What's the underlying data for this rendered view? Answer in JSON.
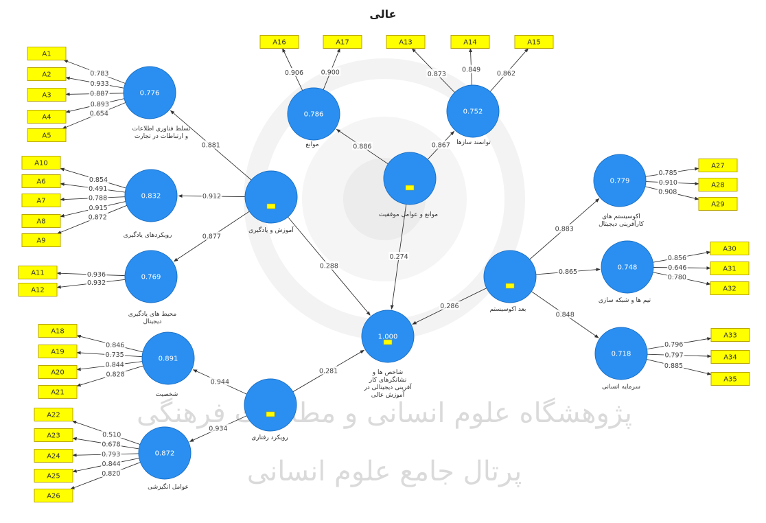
{
  "title": "عالی",
  "watermark_text": [
    "پژوهشگاه علوم انسانی و مطالعات فرهنگی",
    "پرتال جامع علوم انسانی"
  ],
  "colors": {
    "construct": "#2a8ff0",
    "indicator": "#ffff00",
    "edge": "#333333"
  },
  "indicators": [
    {
      "id": "A1",
      "label": "A1"
    },
    {
      "id": "A2",
      "label": "A2"
    },
    {
      "id": "A3",
      "label": "A3"
    },
    {
      "id": "A4",
      "label": "A4"
    },
    {
      "id": "A5",
      "label": "A5"
    },
    {
      "id": "A10",
      "label": "A10"
    },
    {
      "id": "A6",
      "label": "A6"
    },
    {
      "id": "A7",
      "label": "A7"
    },
    {
      "id": "A8",
      "label": "A8"
    },
    {
      "id": "A9",
      "label": "A9"
    },
    {
      "id": "A11",
      "label": "A11"
    },
    {
      "id": "A12",
      "label": "A12"
    },
    {
      "id": "A18",
      "label": "A18"
    },
    {
      "id": "A19",
      "label": "A19"
    },
    {
      "id": "A20",
      "label": "A20"
    },
    {
      "id": "A21",
      "label": "A21"
    },
    {
      "id": "A22",
      "label": "A22"
    },
    {
      "id": "A23",
      "label": "A23"
    },
    {
      "id": "A24",
      "label": "A24"
    },
    {
      "id": "A25",
      "label": "A25"
    },
    {
      "id": "A26",
      "label": "A26"
    },
    {
      "id": "A16",
      "label": "A16"
    },
    {
      "id": "A17",
      "label": "A17"
    },
    {
      "id": "A13",
      "label": "A13"
    },
    {
      "id": "A14",
      "label": "A14"
    },
    {
      "id": "A15",
      "label": "A15"
    },
    {
      "id": "A27",
      "label": "A27"
    },
    {
      "id": "A28",
      "label": "A28"
    },
    {
      "id": "A29",
      "label": "A29"
    },
    {
      "id": "A30",
      "label": "A30"
    },
    {
      "id": "A31",
      "label": "A31"
    },
    {
      "id": "A32",
      "label": "A32"
    },
    {
      "id": "A33",
      "label": "A33"
    },
    {
      "id": "A34",
      "label": "A34"
    },
    {
      "id": "A35",
      "label": "A35"
    }
  ],
  "constructs": [
    {
      "id": "it",
      "value": "0.776",
      "label": [
        "تسلط فناوری اطلاعات",
        "و ارتباطات در تجارت"
      ]
    },
    {
      "id": "learn_app",
      "value": "0.832",
      "label": [
        "رویکردهای یادگیری"
      ]
    },
    {
      "id": "env",
      "value": "0.769",
      "label": [
        "محیط های یادگیری",
        "دیجیتال"
      ]
    },
    {
      "id": "edu",
      "value": "",
      "label": [
        "آموزش و یادگیری"
      ]
    },
    {
      "id": "barriers",
      "value": "0.786",
      "label": [
        "موانع"
      ]
    },
    {
      "id": "enablers",
      "value": "0.752",
      "label": [
        "توانمند سازها"
      ]
    },
    {
      "id": "barr_en",
      "value": "",
      "label": [
        "موانع و عوامل موفقیت"
      ]
    },
    {
      "id": "eco",
      "value": "",
      "label": [
        "بعد اکوسیستم"
      ]
    },
    {
      "id": "digi_eco",
      "value": "0.779",
      "label": [
        "اکوسیستم های",
        "کارآفرینی دیجیتال"
      ]
    },
    {
      "id": "team",
      "value": "0.748",
      "label": [
        "تیم ها و شبکه سازی"
      ]
    },
    {
      "id": "human",
      "value": "0.718",
      "label": [
        "سرمایه انسانی"
      ]
    },
    {
      "id": "target",
      "value": "1.000",
      "label": [
        "شاخص ها و",
        "نشانگرهای کار",
        "آفرینی دیجیتالی در",
        "آموزش عالی"
      ]
    },
    {
      "id": "person",
      "value": "0.891",
      "label": [
        "شخصیت"
      ]
    },
    {
      "id": "behav",
      "value": "",
      "label": [
        "رویکرد رفتاری"
      ]
    },
    {
      "id": "motiv",
      "value": "0.872",
      "label": [
        "عوامل انگیزشی"
      ]
    }
  ],
  "edges": [
    {
      "from": "it",
      "to": "A1",
      "label": "0.783"
    },
    {
      "from": "it",
      "to": "A2",
      "label": "0.933"
    },
    {
      "from": "it",
      "to": "A3",
      "label": "0.887"
    },
    {
      "from": "it",
      "to": "A4",
      "label": "0.893"
    },
    {
      "from": "it",
      "to": "A5",
      "label": "0.654"
    },
    {
      "from": "learn_app",
      "to": "A10",
      "label": "0.854"
    },
    {
      "from": "learn_app",
      "to": "A6",
      "label": "0.491"
    },
    {
      "from": "learn_app",
      "to": "A7",
      "label": "0.788"
    },
    {
      "from": "learn_app",
      "to": "A8",
      "label": "0.915"
    },
    {
      "from": "learn_app",
      "to": "A9",
      "label": "0.872"
    },
    {
      "from": "env",
      "to": "A11",
      "label": "0.936"
    },
    {
      "from": "env",
      "to": "A12",
      "label": "0.932"
    },
    {
      "from": "person",
      "to": "A18",
      "label": "0.846"
    },
    {
      "from": "person",
      "to": "A19",
      "label": "0.735"
    },
    {
      "from": "person",
      "to": "A20",
      "label": "0.844"
    },
    {
      "from": "person",
      "to": "A21",
      "label": "0.828"
    },
    {
      "from": "motiv",
      "to": "A22",
      "label": "0.510"
    },
    {
      "from": "motiv",
      "to": "A23",
      "label": "0.678"
    },
    {
      "from": "motiv",
      "to": "A24",
      "label": "0.793"
    },
    {
      "from": "motiv",
      "to": "A25",
      "label": "0.844"
    },
    {
      "from": "motiv",
      "to": "A26",
      "label": "0.820"
    },
    {
      "from": "barriers",
      "to": "A16",
      "label": "0.906"
    },
    {
      "from": "barriers",
      "to": "A17",
      "label": "0.900"
    },
    {
      "from": "enablers",
      "to": "A13",
      "label": "0.873"
    },
    {
      "from": "enablers",
      "to": "A14",
      "label": "0.849"
    },
    {
      "from": "enablers",
      "to": "A15",
      "label": "0.862"
    },
    {
      "from": "digi_eco",
      "to": "A27",
      "label": "0.785"
    },
    {
      "from": "digi_eco",
      "to": "A28",
      "label": "0.910"
    },
    {
      "from": "digi_eco",
      "to": "A29",
      "label": "0.908"
    },
    {
      "from": "team",
      "to": "A30",
      "label": "0.856"
    },
    {
      "from": "team",
      "to": "A31",
      "label": "0.646"
    },
    {
      "from": "team",
      "to": "A32",
      "label": "0.780"
    },
    {
      "from": "human",
      "to": "A33",
      "label": "0.796"
    },
    {
      "from": "human",
      "to": "A34",
      "label": "0.797"
    },
    {
      "from": "human",
      "to": "A35",
      "label": "0.885"
    },
    {
      "from": "edu",
      "to": "it",
      "label": "0.881"
    },
    {
      "from": "edu",
      "to": "learn_app",
      "label": "0.912"
    },
    {
      "from": "edu",
      "to": "env",
      "label": "0.877"
    },
    {
      "from": "edu",
      "to": "target",
      "label": "0.288"
    },
    {
      "from": "barr_en",
      "to": "barriers",
      "label": "0.886"
    },
    {
      "from": "barr_en",
      "to": "enablers",
      "label": "0.867"
    },
    {
      "from": "barr_en",
      "to": "target",
      "label": "0.274"
    },
    {
      "from": "eco",
      "to": "digi_eco",
      "label": "0.883"
    },
    {
      "from": "eco",
      "to": "team",
      "label": "0.865"
    },
    {
      "from": "eco",
      "to": "human",
      "label": "0.848"
    },
    {
      "from": "eco",
      "to": "target",
      "label": "0.286"
    },
    {
      "from": "behav",
      "to": "person",
      "label": "0.944"
    },
    {
      "from": "behav",
      "to": "motiv",
      "label": "0.934"
    },
    {
      "from": "behav",
      "to": "target",
      "label": "0.281"
    }
  ]
}
